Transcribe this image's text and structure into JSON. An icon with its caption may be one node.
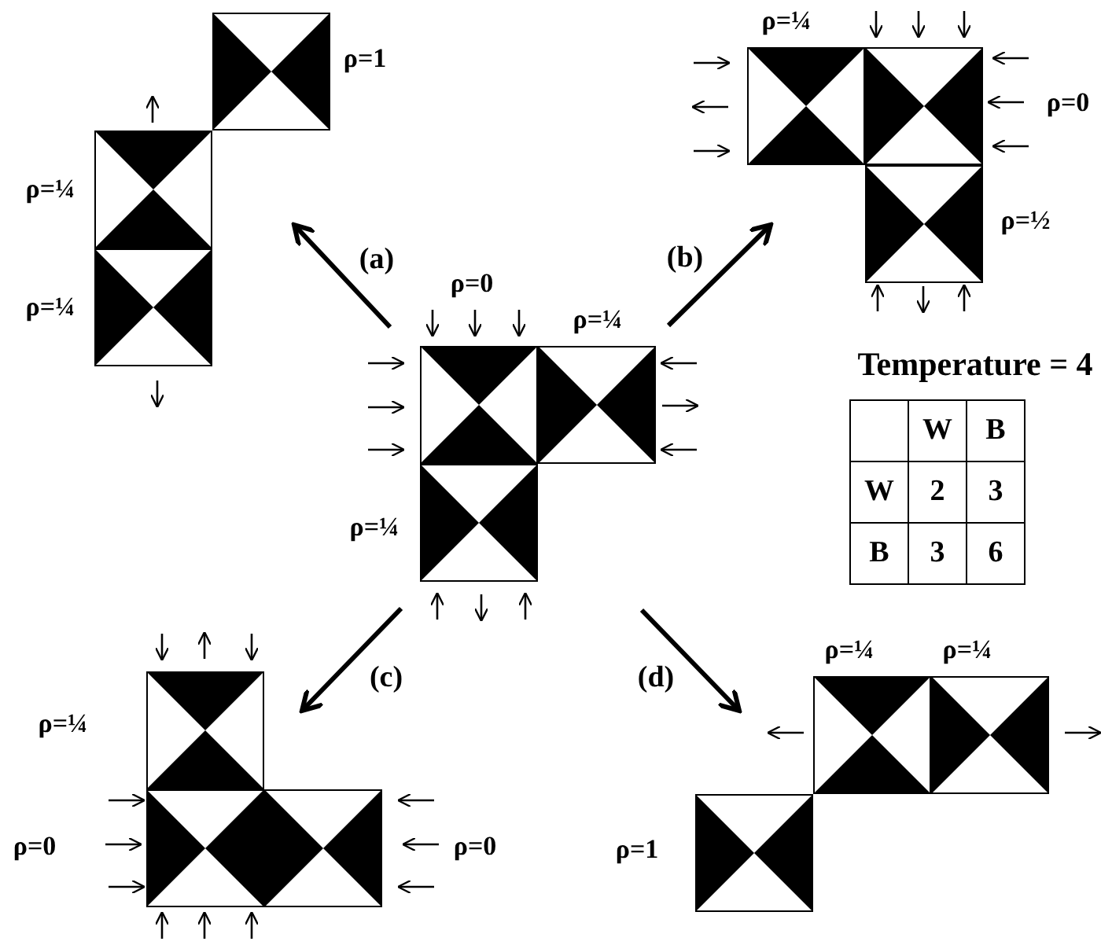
{
  "diagram": {
    "nodes": [
      {
        "text": [],
        "shape": "picture",
        "beside": [
          "ρ=0",
          "ρ=¼",
          "ρ=¼"
        ]
      },
      {
        "text": [],
        "shape": "picture",
        "beside": [
          "ρ=1",
          "ρ=¼",
          "ρ=¼"
        ]
      },
      {
        "text": [],
        "shape": "picture",
        "beside": [
          "ρ=¼",
          "ρ=0",
          "ρ=½"
        ]
      },
      {
        "text": [],
        "shape": "picture",
        "beside": [
          "ρ=¼",
          "ρ=0",
          "ρ=0"
        ]
      },
      {
        "text": [],
        "shape": "picture",
        "beside": [
          "ρ=¼",
          "ρ=¼",
          "ρ=1"
        ]
      }
    ],
    "edges": [
      {
        "from": 0,
        "to": 1,
        "arrow": "to",
        "label": "(a)"
      },
      {
        "from": 0,
        "to": 2,
        "arrow": "to",
        "label": "(b)"
      },
      {
        "from": 0,
        "to": 3,
        "arrow": "to",
        "label": "(c)"
      },
      {
        "from": 0,
        "to": 4,
        "arrow": "to",
        "label": "(d)"
      }
    ],
    "labels": [
      "Temperature = 4",
      "W",
      "B",
      "W",
      "2",
      "3",
      "B",
      "3",
      "6"
    ]
  }
}
